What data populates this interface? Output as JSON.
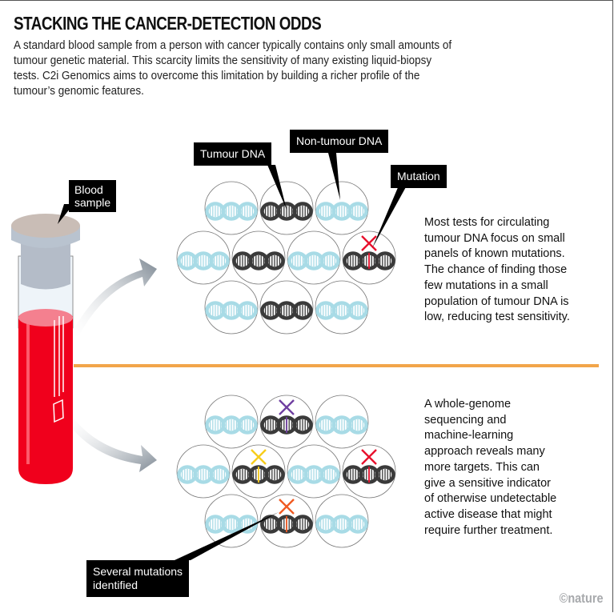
{
  "title": "STACKING THE CANCER-DETECTION ODDS",
  "intro": [
    "A standard blood sample from a person with cancer typically contains only small amounts of",
    "tumour genetic material. This scarcity limits the sensitivity of many existing liquid-biopsy",
    "tests. C2i Genomics aims to overcome this limitation by building a richer profile of the",
    "tumour’s genomic features."
  ],
  "labels": {
    "blood_sample": [
      "Blood",
      "sample"
    ],
    "tumour_dna": "Tumour DNA",
    "non_tumour_dna": "Non-tumour DNA",
    "mutation": "Mutation",
    "several_mutations": [
      "Several mutations",
      "identified"
    ]
  },
  "panels": {
    "top": {
      "description": [
        "Most tests for circulating",
        "tumour DNA focus on small",
        "panels of known mutations.",
        "The chance of finding those",
        "few mutations in a small",
        "population of tumour DNA is",
        "low, reducing test sensitivity."
      ],
      "cells": [
        {
          "row": 0,
          "col": 0,
          "type": "non-tumour"
        },
        {
          "row": 0,
          "col": 1,
          "type": "tumour"
        },
        {
          "row": 0,
          "col": 2,
          "type": "non-tumour"
        },
        {
          "row": 1,
          "col": 0,
          "type": "non-tumour"
        },
        {
          "row": 1,
          "col": 1,
          "type": "tumour"
        },
        {
          "row": 1,
          "col": 2,
          "type": "non-tumour"
        },
        {
          "row": 1,
          "col": 3,
          "type": "tumour",
          "mutation": "red"
        },
        {
          "row": 2,
          "col": 0,
          "type": "non-tumour"
        },
        {
          "row": 2,
          "col": 1,
          "type": "tumour"
        },
        {
          "row": 2,
          "col": 2,
          "type": "non-tumour"
        }
      ]
    },
    "bottom": {
      "description": [
        "A whole-genome",
        "sequencing and",
        "machine-learning",
        "approach reveals many",
        "more targets. This can",
        "give a sensitive indicator",
        "of otherwise undetectable",
        "active disease that might",
        "require further treatment."
      ],
      "cells": [
        {
          "row": 0,
          "col": 0,
          "type": "non-tumour"
        },
        {
          "row": 0,
          "col": 1,
          "type": "tumour",
          "mutation": "purple"
        },
        {
          "row": 0,
          "col": 2,
          "type": "non-tumour"
        },
        {
          "row": 1,
          "col": 0,
          "type": "non-tumour"
        },
        {
          "row": 1,
          "col": 1,
          "type": "tumour",
          "mutation": "yellow"
        },
        {
          "row": 1,
          "col": 2,
          "type": "non-tumour"
        },
        {
          "row": 1,
          "col": 3,
          "type": "tumour",
          "mutation": "red"
        },
        {
          "row": 2,
          "col": 0,
          "type": "non-tumour"
        },
        {
          "row": 2,
          "col": 1,
          "type": "tumour",
          "mutation": "orange"
        },
        {
          "row": 2,
          "col": 2,
          "type": "non-tumour"
        }
      ]
    }
  },
  "colors": {
    "tumour_dna": "#3a3a3a",
    "non_tumour_dna": "#a8dbe6",
    "divider": "#f2a54a",
    "blood": "#f0001c",
    "cap": "#c9bdb6",
    "arrow": "#7d8893",
    "mutation_red": "#e8112d",
    "mutation_purple": "#6f3fa0",
    "mutation_yellow": "#f7cd1c",
    "mutation_orange": "#f05a22"
  },
  "credit": "©nature"
}
